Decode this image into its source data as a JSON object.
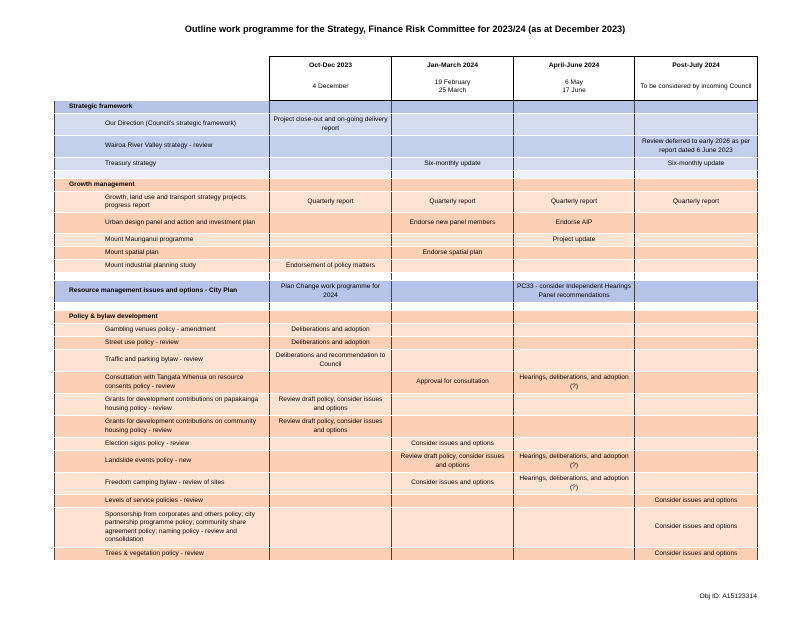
{
  "title": "Outline work programme for the Strategy, Finance Risk Committee for 2023/24 (as at December 2023)",
  "columns": [
    {
      "label": "Oct-Dec 2023",
      "dates": "4 December"
    },
    {
      "label": "Jan-March 2024",
      "dates": "19 February\n25 March"
    },
    {
      "label": "April-June 2024",
      "dates": "6 May\n17 June"
    },
    {
      "label": "Post-July 2024",
      "dates": "To be considered by incoming Council"
    }
  ],
  "rows": [
    {
      "type": "sec",
      "theme": "blue",
      "name": "Strategic framework",
      "cells": [
        "",
        "",
        "",
        ""
      ]
    },
    {
      "type": "item",
      "theme": "blue",
      "name": "Our Direction (Council's strategic framework)",
      "cells": [
        "Project close-out and on-going delivery report",
        "",
        "",
        ""
      ],
      "h": 22
    },
    {
      "type": "item",
      "theme": "blue",
      "variant": "mid",
      "name": "Wairoa River Valley strategy - review",
      "cells": [
        "",
        "",
        "",
        "Review deferred to early 2026 as per report dated 6 June 2023"
      ],
      "h": 22
    },
    {
      "type": "item",
      "theme": "blue",
      "name": "Treasury strategy",
      "cells": [
        "",
        "Six-monthly update",
        "",
        "Six-monthly update"
      ]
    },
    {
      "type": "spacer",
      "theme": "b"
    },
    {
      "type": "sec",
      "theme": "orange",
      "name": "Growth management",
      "cells": [
        "",
        "",
        "",
        ""
      ]
    },
    {
      "type": "item",
      "theme": "orange",
      "name": "Growth, land use and transport strategy projects progress report",
      "cells": [
        "Quarterly report",
        "Quarterly report",
        "Quarterly report",
        "Quarterly report"
      ],
      "h": 21
    },
    {
      "type": "item",
      "theme": "orange",
      "variant": "alt",
      "name": "Urban design panel and action and investment plan",
      "cells": [
        "",
        "Endorse new panel members",
        "Endorse AIP",
        ""
      ],
      "h": 21
    },
    {
      "type": "item",
      "theme": "orange",
      "name": "Mount Maunganui programme",
      "cells": [
        "",
        "",
        "Project update",
        ""
      ]
    },
    {
      "type": "item",
      "theme": "orange",
      "variant": "alt",
      "name": "Mount spatial plan",
      "cells": [
        "",
        "Endorse spatial plan",
        "",
        ""
      ]
    },
    {
      "type": "item",
      "theme": "orange",
      "name": "Mount industrial planning study",
      "cells": [
        "Endorsement of policy matters",
        "",
        "",
        ""
      ]
    },
    {
      "type": "spacer",
      "theme": "w"
    },
    {
      "type": "sec",
      "theme": "blue",
      "name": "Resource management issues and options - City Plan",
      "cells": [
        "Plan Change work programme for 2024",
        "",
        "PC33 - consider Independent Hearings Panel recommendations",
        ""
      ],
      "h": 22
    },
    {
      "type": "spacer",
      "theme": "w"
    },
    {
      "type": "sec",
      "theme": "orange",
      "name": "Policy & bylaw development",
      "cells": [
        "",
        "",
        "",
        ""
      ]
    },
    {
      "type": "item",
      "theme": "orange",
      "name": "Gambling venues policy - amendment",
      "cells": [
        "Deliberations and adoption",
        "",
        "",
        ""
      ]
    },
    {
      "type": "item",
      "theme": "orange",
      "variant": "alt",
      "name": "Street use policy - review",
      "cells": [
        "Deliberations and adoption",
        "",
        "",
        ""
      ]
    },
    {
      "type": "item",
      "theme": "orange",
      "name": "Traffic and parking bylaw - review",
      "cells": [
        "Deliberations and recommendation to Council",
        "",
        "",
        ""
      ],
      "h": 22
    },
    {
      "type": "item",
      "theme": "orange",
      "variant": "alt",
      "name": "Consultation with Tangata Whenua on resource consents policy - review",
      "cells": [
        "",
        "Approval for consultation",
        "Hearings, deliberations, and adoption (?)",
        ""
      ],
      "h": 22
    },
    {
      "type": "item",
      "theme": "orange",
      "name": "Grants for development contributions on papakainga housing policy - review",
      "cells": [
        "Review draft policy, consider issues and options",
        "",
        "",
        ""
      ],
      "h": 22
    },
    {
      "type": "item",
      "theme": "orange",
      "variant": "alt",
      "name": "Grants for development contributions on community housing policy - review",
      "cells": [
        "Review draft policy, consider issues and options",
        "",
        "",
        ""
      ],
      "h": 22
    },
    {
      "type": "item",
      "theme": "orange",
      "name": "Election signs policy - review",
      "cells": [
        "",
        "Consider issues and options",
        "",
        ""
      ]
    },
    {
      "type": "item",
      "theme": "orange",
      "variant": "alt",
      "name": "Landslide events policy - new",
      "cells": [
        "",
        "Review draft policy, consider issues and options",
        "Hearings, deliberations, and adoption (?)",
        ""
      ],
      "h": 22
    },
    {
      "type": "item",
      "theme": "orange",
      "name": "Freedom camping bylaw - review of sites",
      "cells": [
        "",
        "Consider issues and options",
        "Hearings, deliberations, and adoption (?)",
        ""
      ],
      "h": 22
    },
    {
      "type": "item",
      "theme": "orange",
      "variant": "alt",
      "name": "Levels of service policies - review",
      "cells": [
        "",
        "",
        "",
        "Consider issues and options"
      ]
    },
    {
      "type": "item",
      "theme": "orange",
      "name": "Sponsorship from corporates and others policy; city partnership programme policy; community share agreement policy; naming policy - review and consolidation",
      "cells": [
        "",
        "",
        "",
        "Consider issues and options"
      ],
      "h": 40
    },
    {
      "type": "item",
      "theme": "orange",
      "variant": "alt",
      "name": "Trees & vegetation policy - review",
      "cells": [
        "",
        "",
        "",
        "Consider issues and options"
      ]
    }
  ],
  "footer": "Obj ID: A15123314"
}
